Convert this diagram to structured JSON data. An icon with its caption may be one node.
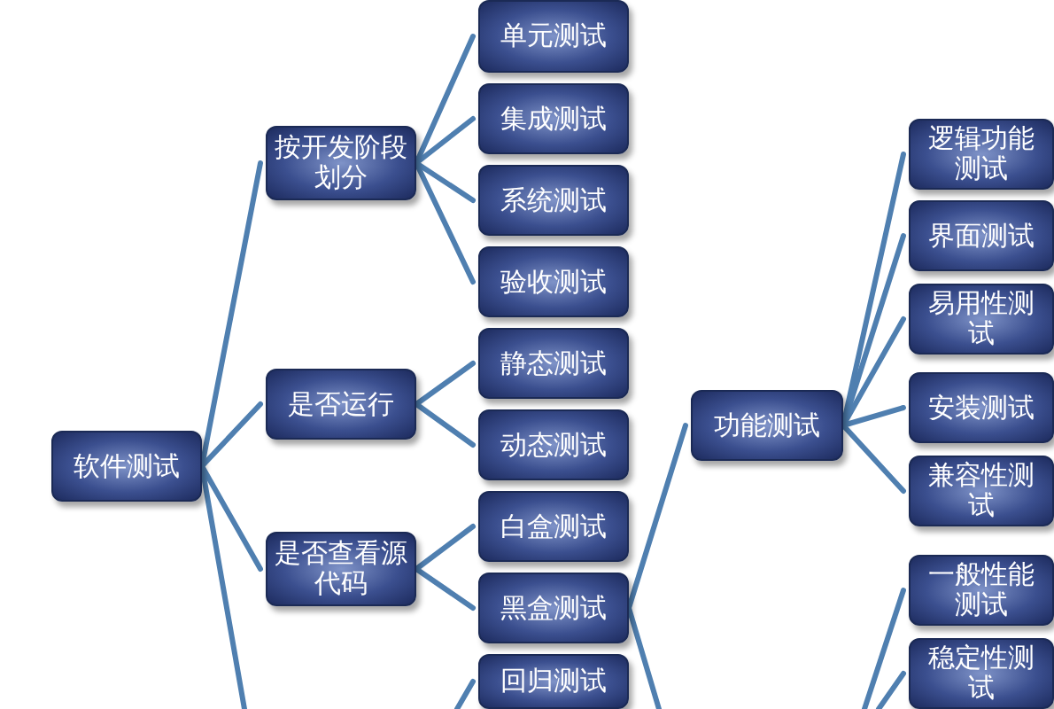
{
  "diagram": {
    "nodes": [
      {
        "text": [
          "软件测试"
        ]
      },
      {
        "text": [
          "按开发阶段划分"
        ]
      },
      {
        "text": [
          "是否运行"
        ]
      },
      {
        "text": [
          "是否查看源代码"
        ]
      },
      {
        "text": [
          "单元测试"
        ]
      },
      {
        "text": [
          "集成测试"
        ]
      },
      {
        "text": [
          "系统测试"
        ]
      },
      {
        "text": [
          "验收测试"
        ]
      },
      {
        "text": [
          "静态测试"
        ]
      },
      {
        "text": [
          "动态测试"
        ]
      },
      {
        "text": [
          "白盒测试"
        ]
      },
      {
        "text": [
          "黑盒测试"
        ]
      },
      {
        "text": [
          "回归测试"
        ]
      },
      {
        "text": [
          "功能测试"
        ]
      },
      {
        "text": [
          "逻辑功能测试"
        ]
      },
      {
        "text": [
          "界面测试"
        ]
      },
      {
        "text": [
          "易用性测试"
        ]
      },
      {
        "text": [
          "安装测试"
        ]
      },
      {
        "text": [
          "兼容性测试"
        ]
      },
      {
        "text": [
          "一般性能测试"
        ]
      },
      {
        "text": [
          "稳定性测试"
        ]
      }
    ],
    "edges": [
      {
        "from": 0,
        "to": 1,
        "arrow": "none"
      },
      {
        "from": 0,
        "to": 2,
        "arrow": "none"
      },
      {
        "from": 0,
        "to": 3,
        "arrow": "none"
      },
      {
        "from": 0,
        "to": null,
        "arrow": "none"
      },
      {
        "from": 1,
        "to": 4,
        "arrow": "none"
      },
      {
        "from": 1,
        "to": 5,
        "arrow": "none"
      },
      {
        "from": 1,
        "to": 6,
        "arrow": "none"
      },
      {
        "from": 1,
        "to": 7,
        "arrow": "none"
      },
      {
        "from": 2,
        "to": 8,
        "arrow": "none"
      },
      {
        "from": 2,
        "to": 9,
        "arrow": "none"
      },
      {
        "from": 3,
        "to": 10,
        "arrow": "none"
      },
      {
        "from": 3,
        "to": 11,
        "arrow": "none"
      },
      {
        "from": null,
        "to": 12,
        "arrow": "none"
      },
      {
        "from": 11,
        "to": 13,
        "arrow": "none"
      },
      {
        "from": 11,
        "to": null,
        "arrow": "none"
      },
      {
        "from": 13,
        "to": 14,
        "arrow": "none"
      },
      {
        "from": 13,
        "to": 15,
        "arrow": "none"
      },
      {
        "from": 13,
        "to": 16,
        "arrow": "none"
      },
      {
        "from": 13,
        "to": 17,
        "arrow": "none"
      },
      {
        "from": 13,
        "to": 18,
        "arrow": "none"
      },
      {
        "from": null,
        "to": 19,
        "arrow": "none"
      },
      {
        "from": null,
        "to": 20,
        "arrow": "none"
      }
    ]
  }
}
